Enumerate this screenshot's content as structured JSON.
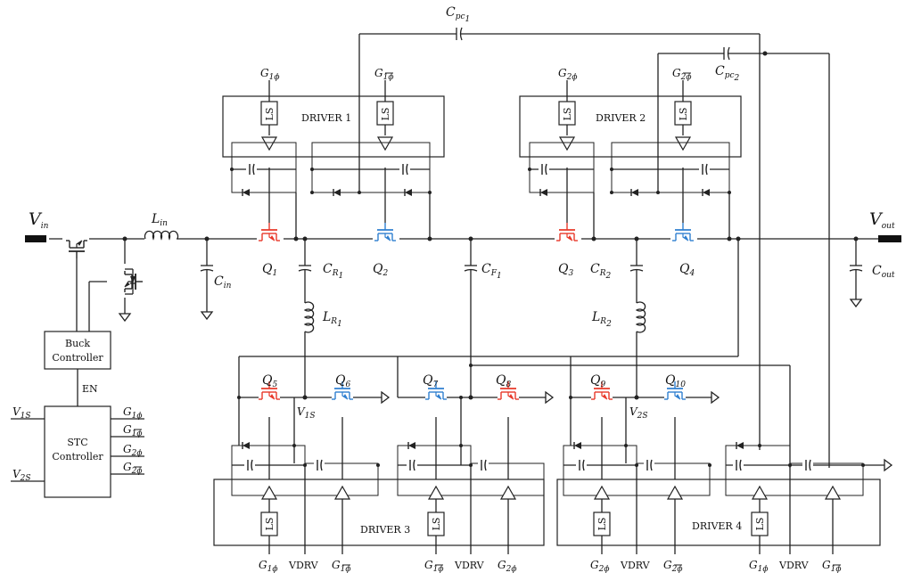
{
  "colors": {
    "wire": "#222222",
    "red_fet": "#e8392a",
    "blue_fet": "#2f7fd0",
    "terminal": "#111111"
  },
  "terminals": {
    "vin": {
      "main": "V",
      "sub": "in"
    },
    "vout": {
      "main": "V",
      "sub": "out"
    }
  },
  "components": {
    "lin": {
      "main": "L",
      "sub": "in"
    },
    "cin": {
      "main": "C",
      "sub": "in"
    },
    "cout": {
      "main": "C",
      "sub": "out"
    },
    "cr1": {
      "main": "C",
      "sub": "R",
      "subsub": "1"
    },
    "cr2": {
      "main": "C",
      "sub": "R",
      "subsub": "2"
    },
    "cf1": {
      "main": "C",
      "sub": "F",
      "subsub": "1"
    },
    "lr1": {
      "main": "L",
      "sub": "R",
      "subsub": "1"
    },
    "lr2": {
      "main": "L",
      "sub": "R",
      "subsub": "2"
    },
    "cpc1": {
      "main": "C",
      "sub": "pc",
      "subsub": "1"
    },
    "cpc2": {
      "main": "C",
      "sub": "pc",
      "subsub": "2"
    }
  },
  "transistors": {
    "q1": {
      "main": "Q",
      "sub": "1"
    },
    "q2": {
      "main": "Q",
      "sub": "2"
    },
    "q3": {
      "main": "Q",
      "sub": "3"
    },
    "q4": {
      "main": "Q",
      "sub": "4"
    },
    "q5": {
      "main": "Q",
      "sub": "5"
    },
    "q6": {
      "main": "Q",
      "sub": "6"
    },
    "q7": {
      "main": "Q",
      "sub": "7"
    },
    "q8": {
      "main": "Q",
      "sub": "8"
    },
    "q9": {
      "main": "Q",
      "sub": "9"
    },
    "q10": {
      "main": "Q",
      "sub": "10"
    }
  },
  "nodes": {
    "v1s": {
      "main": "V",
      "sub": "1S"
    },
    "v2s": {
      "main": "V",
      "sub": "2S"
    }
  },
  "drivers": {
    "d1": "DRIVER 1",
    "d2": "DRIVER 2",
    "d3": "DRIVER 3",
    "d4": "DRIVER 4"
  },
  "level_shifter": "LS",
  "gate_signals": {
    "top": [
      {
        "main": "G",
        "sub": "1ϕ",
        "bar": false
      },
      {
        "main": "G",
        "sub": "1ϕ",
        "bar": true
      },
      {
        "main": "G",
        "sub": "2ϕ",
        "bar": false
      },
      {
        "main": "G",
        "sub": "2ϕ",
        "bar": true
      }
    ],
    "bottom": [
      {
        "main": "G",
        "sub": "1ϕ",
        "bar": false
      },
      {
        "text": "VDRV"
      },
      {
        "main": "G",
        "sub": "1ϕ",
        "bar": true
      },
      {
        "main": "G",
        "sub": "1ϕ",
        "bar": true
      },
      {
        "text": "VDRV"
      },
      {
        "main": "G",
        "sub": "2ϕ",
        "bar": false
      },
      {
        "main": "G",
        "sub": "2ϕ",
        "bar": false
      },
      {
        "text": "VDRV"
      },
      {
        "main": "G",
        "sub": "2ϕ",
        "bar": true
      },
      {
        "main": "G",
        "sub": "1ϕ",
        "bar": false
      },
      {
        "text": "VDRV"
      },
      {
        "main": "G",
        "sub": "1ϕ",
        "bar": true
      }
    ]
  },
  "controllers": {
    "buck": [
      "Buck",
      "Controller"
    ],
    "en": "EN",
    "stc": [
      "STC",
      "Controller"
    ],
    "stc_inputs": [
      {
        "main": "V",
        "sub": "1S"
      },
      {
        "main": "V",
        "sub": "2S"
      }
    ],
    "stc_outputs": [
      {
        "main": "G",
        "sub": "1ϕ",
        "bar": false
      },
      {
        "main": "G",
        "sub": "1ϕ",
        "bar": true
      },
      {
        "main": "G",
        "sub": "2ϕ",
        "bar": false
      },
      {
        "main": "G",
        "sub": "2ϕ",
        "bar": true
      }
    ]
  }
}
